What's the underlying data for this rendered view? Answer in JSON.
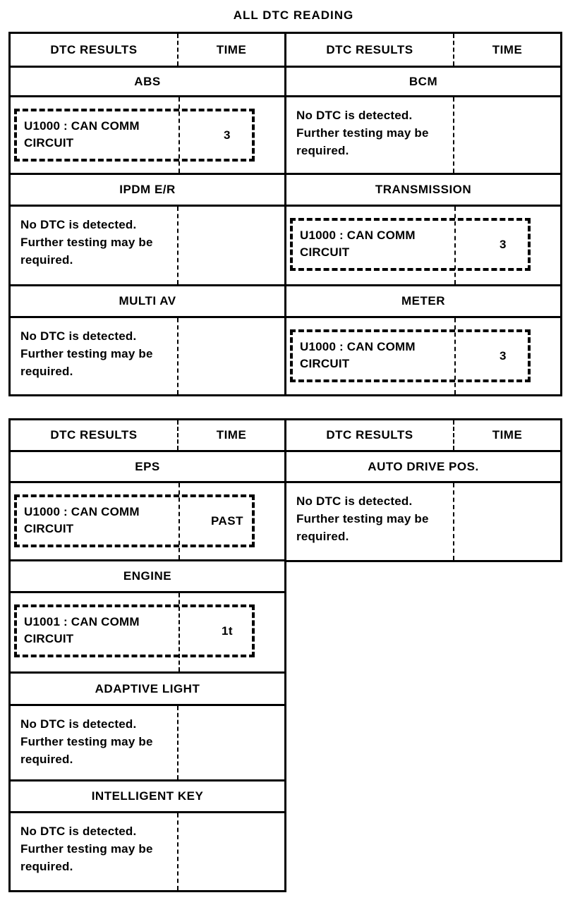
{
  "title": "ALL DTC READING",
  "columns": {
    "dtc_results": "DTC RESULTS",
    "time": "TIME"
  },
  "no_dtc_text": "No DTC is detected. Further testing may be required.",
  "sections": [
    {
      "left": {
        "modules": [
          {
            "name": "ABS",
            "dtc_code": "U1000 : CAN COMM CIRCUIT",
            "time": "3"
          },
          {
            "name": "IPDM E/R"
          },
          {
            "name": "MULTI AV"
          }
        ]
      },
      "right": {
        "modules": [
          {
            "name": "BCM"
          },
          {
            "name": "TRANSMISSION",
            "dtc_code": "U1000 : CAN COMM CIRCUIT",
            "time": "3"
          },
          {
            "name": "METER",
            "dtc_code": "U1000 : CAN COMM CIRCUIT",
            "time": "3"
          }
        ]
      }
    },
    {
      "left": {
        "modules": [
          {
            "name": "EPS",
            "dtc_code": "U1000 : CAN COMM CIRCUIT",
            "time": "PAST"
          },
          {
            "name": "ENGINE",
            "dtc_code": "U1001 : CAN COMM CIRCUIT",
            "time": "1t"
          },
          {
            "name": "ADAPTIVE LIGHT"
          },
          {
            "name": "INTELLIGENT KEY"
          }
        ]
      },
      "right": {
        "modules": [
          {
            "name": "AUTO DRIVE POS."
          }
        ]
      }
    }
  ]
}
